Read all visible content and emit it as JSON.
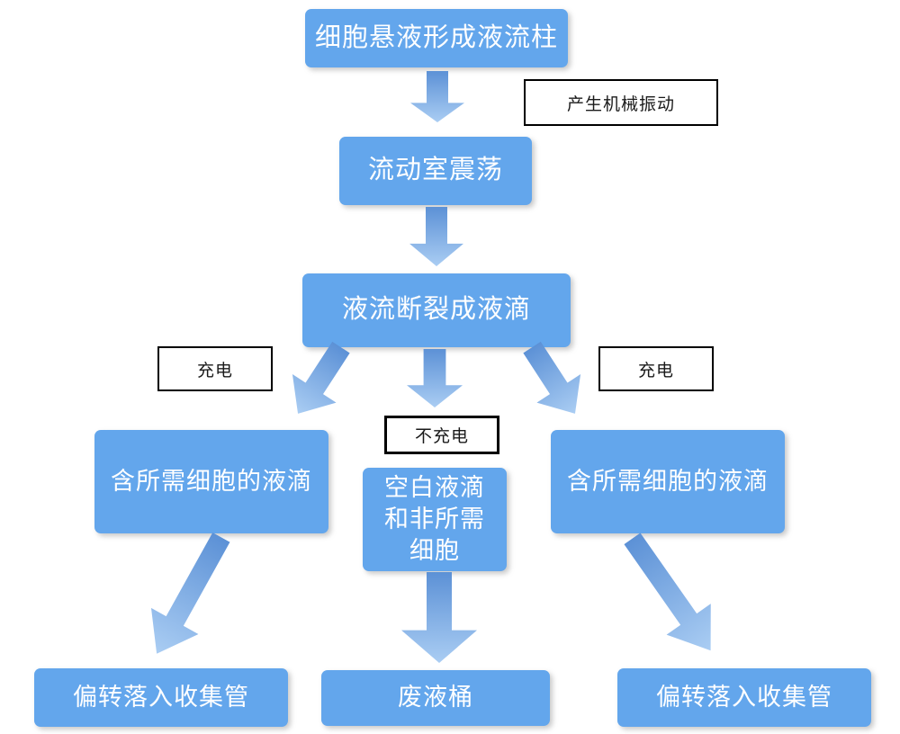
{
  "flowchart": {
    "nodes": {
      "cell_suspension": "细胞悬液形成液流柱",
      "flow_chamber": "流动室震荡",
      "stream_breaks": "液流断裂成液滴",
      "desired_cells_left": "含所需细胞的液滴",
      "blank_droplets_center": "空白液滴和非所需细胞",
      "desired_cells_right": "含所需细胞的液滴",
      "collect_left": "偏转落入收集管",
      "waste_bucket": "废液桶",
      "collect_right": "偏转落入收集管"
    },
    "annotations": {
      "mechanical_vibration": "产生机械振动",
      "charge_left": "充电",
      "charge_right": "充电",
      "no_charge": "不充电"
    },
    "colors": {
      "node_fill": "#63a6ec",
      "node_text": "#ffffff",
      "annotation_border": "#000000",
      "annotation_text": "#1a1a1a",
      "arrow_gradient_start": "#5c91d6",
      "arrow_gradient_end": "#aacdf3"
    }
  }
}
